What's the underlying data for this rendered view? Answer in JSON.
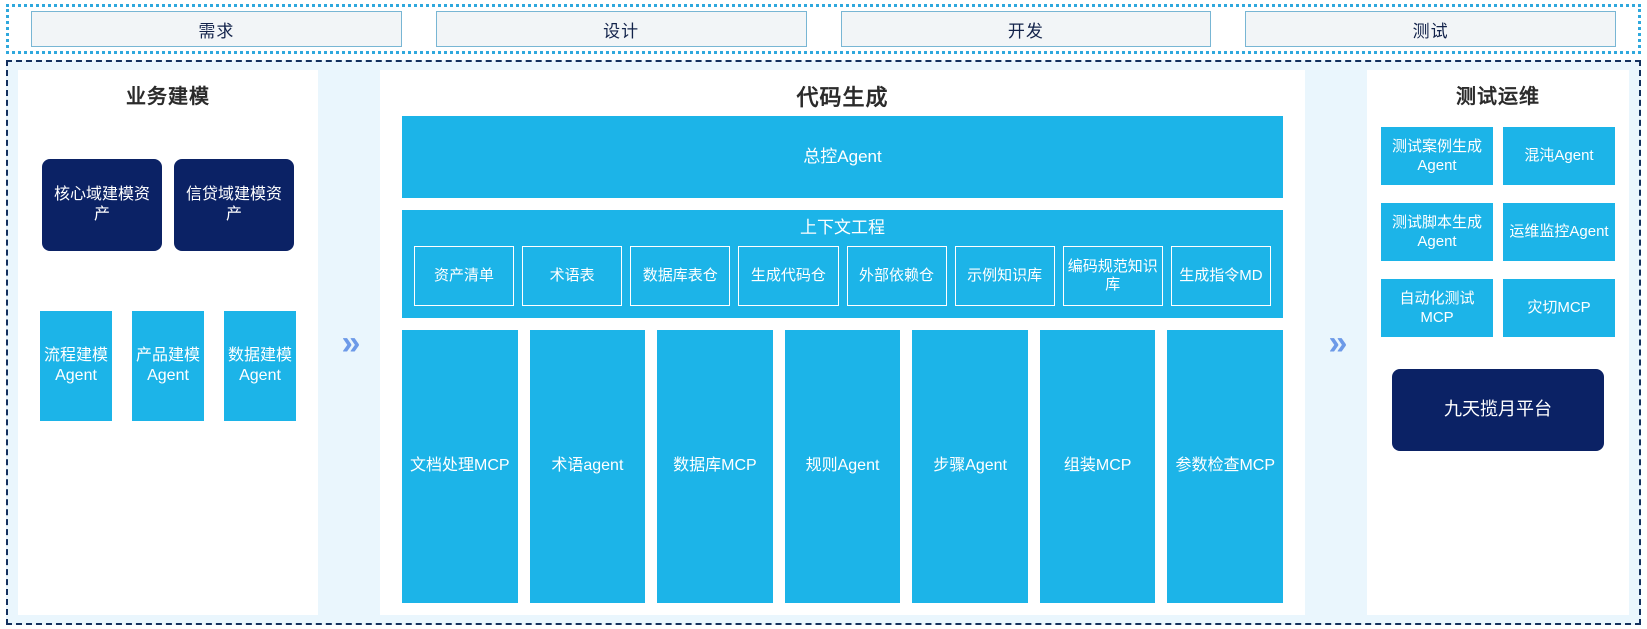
{
  "stages": {
    "tabs": [
      {
        "label": "需求"
      },
      {
        "label": "设计"
      },
      {
        "label": "开发"
      },
      {
        "label": "测试"
      }
    ]
  },
  "separators": {
    "chevron_glyph": "»",
    "icon_name": "double-chevron-right-icon",
    "color": "#6d9ae8"
  },
  "panels": {
    "business_modeling": {
      "title": "业务建模",
      "assets": [
        {
          "label": "核心域建模资产"
        },
        {
          "label": "信贷域建模资产"
        }
      ],
      "agents": [
        {
          "label": "流程建模Agent"
        },
        {
          "label": "产品建模Agent"
        },
        {
          "label": "数据建模Agent"
        }
      ]
    },
    "code_generation": {
      "title": "代码生成",
      "master_agent": "总控Agent",
      "context_engineering": {
        "title": "上下文工程",
        "items": [
          {
            "label": "资产清单"
          },
          {
            "label": "术语表"
          },
          {
            "label": "数据库表仓"
          },
          {
            "label": "生成代码仓"
          },
          {
            "label": "外部依赖仓"
          },
          {
            "label": "示例知识库"
          },
          {
            "label": "编码规范知识库"
          },
          {
            "label": "生成指令MD"
          }
        ]
      },
      "tools": [
        {
          "label": "文档处理MCP"
        },
        {
          "label": "术语agent"
        },
        {
          "label": "数据库MCP"
        },
        {
          "label": "规则Agent"
        },
        {
          "label": "步骤Agent"
        },
        {
          "label": "组装MCP"
        },
        {
          "label": "参数检查MCP"
        }
      ]
    },
    "test_ops": {
      "title": "测试运维",
      "cards": [
        {
          "label": "测试案例生成Agent"
        },
        {
          "label": "混沌Agent"
        },
        {
          "label": "测试脚本生成Agent"
        },
        {
          "label": "运维监控Agent"
        },
        {
          "label": "自动化测试MCP"
        },
        {
          "label": "灾切MCP"
        }
      ],
      "platform": {
        "label": "九天揽月平台"
      }
    }
  },
  "colors": {
    "accent_blue": "#1cb4e8",
    "navy": "#0b2265",
    "background": "#eaf6fd",
    "stage_border": "#2fa8dd",
    "main_border": "#13305e"
  }
}
